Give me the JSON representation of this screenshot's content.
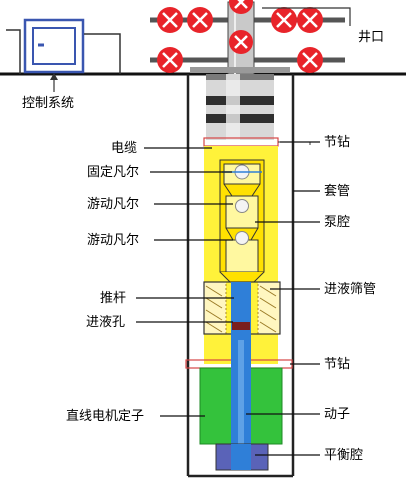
{
  "labels": {
    "wellhead": "井口",
    "control_system": "控制系统",
    "cable": "电缆",
    "fixed_valve": "固定凡尔",
    "traveling_valve_1": "游动凡尔",
    "traveling_valve_2": "游动凡尔",
    "push_rod": "推杆",
    "inlet_hole": "进液孔",
    "linear_motor_stator": "直线电机定子",
    "joint_collar_top": "节钻",
    "casing": "套管",
    "pump_chamber": "泵腔",
    "screen_pipe": "进液筛管",
    "joint_collar_bottom": "节钻",
    "mover": "动子",
    "balance_chamber": "平衡腔"
  },
  "colors": {
    "valve_red": "#e8242a",
    "pump_yellow": "#fff23a",
    "stator_green": "#34c23c",
    "rod_blue": "#2f7fd8",
    "chamber_blue": "#5a63b8",
    "control_box": "#3a56b0",
    "pipe_dark": "#2b2b2b"
  }
}
